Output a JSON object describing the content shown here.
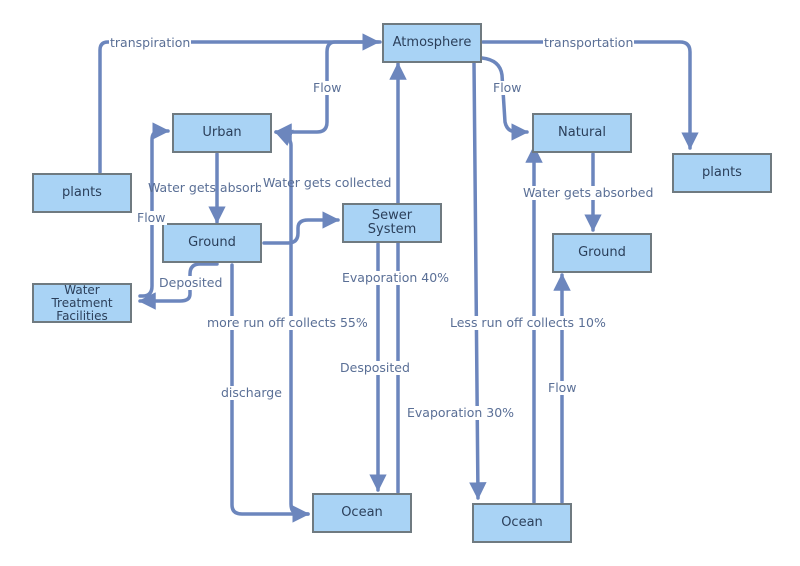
{
  "colors": {
    "node_fill": "#a9d3f5",
    "node_border": "#6f7a80",
    "edge": "#6c86bd",
    "label_text": "#5a6f96"
  },
  "nodes": {
    "atmosphere": "Atmosphere",
    "plants_left": "plants",
    "plants_right": "plants",
    "urban": "Urban",
    "natural": "Natural",
    "ground_left": "Ground",
    "ground_right": "Ground",
    "sewer": "Sewer\nSystem",
    "water_treatment": "Water\nTreatment\nFacilities",
    "ocean_left": "Ocean",
    "ocean_right": "Ocean"
  },
  "edge_labels": {
    "transpiration": "transpiration",
    "transportation": "transportation",
    "flow_atm_urban": "Flow",
    "flow_atm_natural": "Flow",
    "water_gets_absorbed_left": "Water gets absorbed",
    "water_gets_collected": "Water gets collected",
    "flow_wtf_urban": "Flow",
    "deposited": "Deposited",
    "evaporation_40": "Evaporation 40%",
    "more_run_off": "more run off collects 55%",
    "desposited": "Desposited",
    "discharge": "discharge",
    "evaporation_30": "Evaporation 30%",
    "less_run_off": "Less run off collects 10%",
    "water_gets_absorbed_right": "Water gets absorbed",
    "flow_ocean_ground": "Flow"
  }
}
